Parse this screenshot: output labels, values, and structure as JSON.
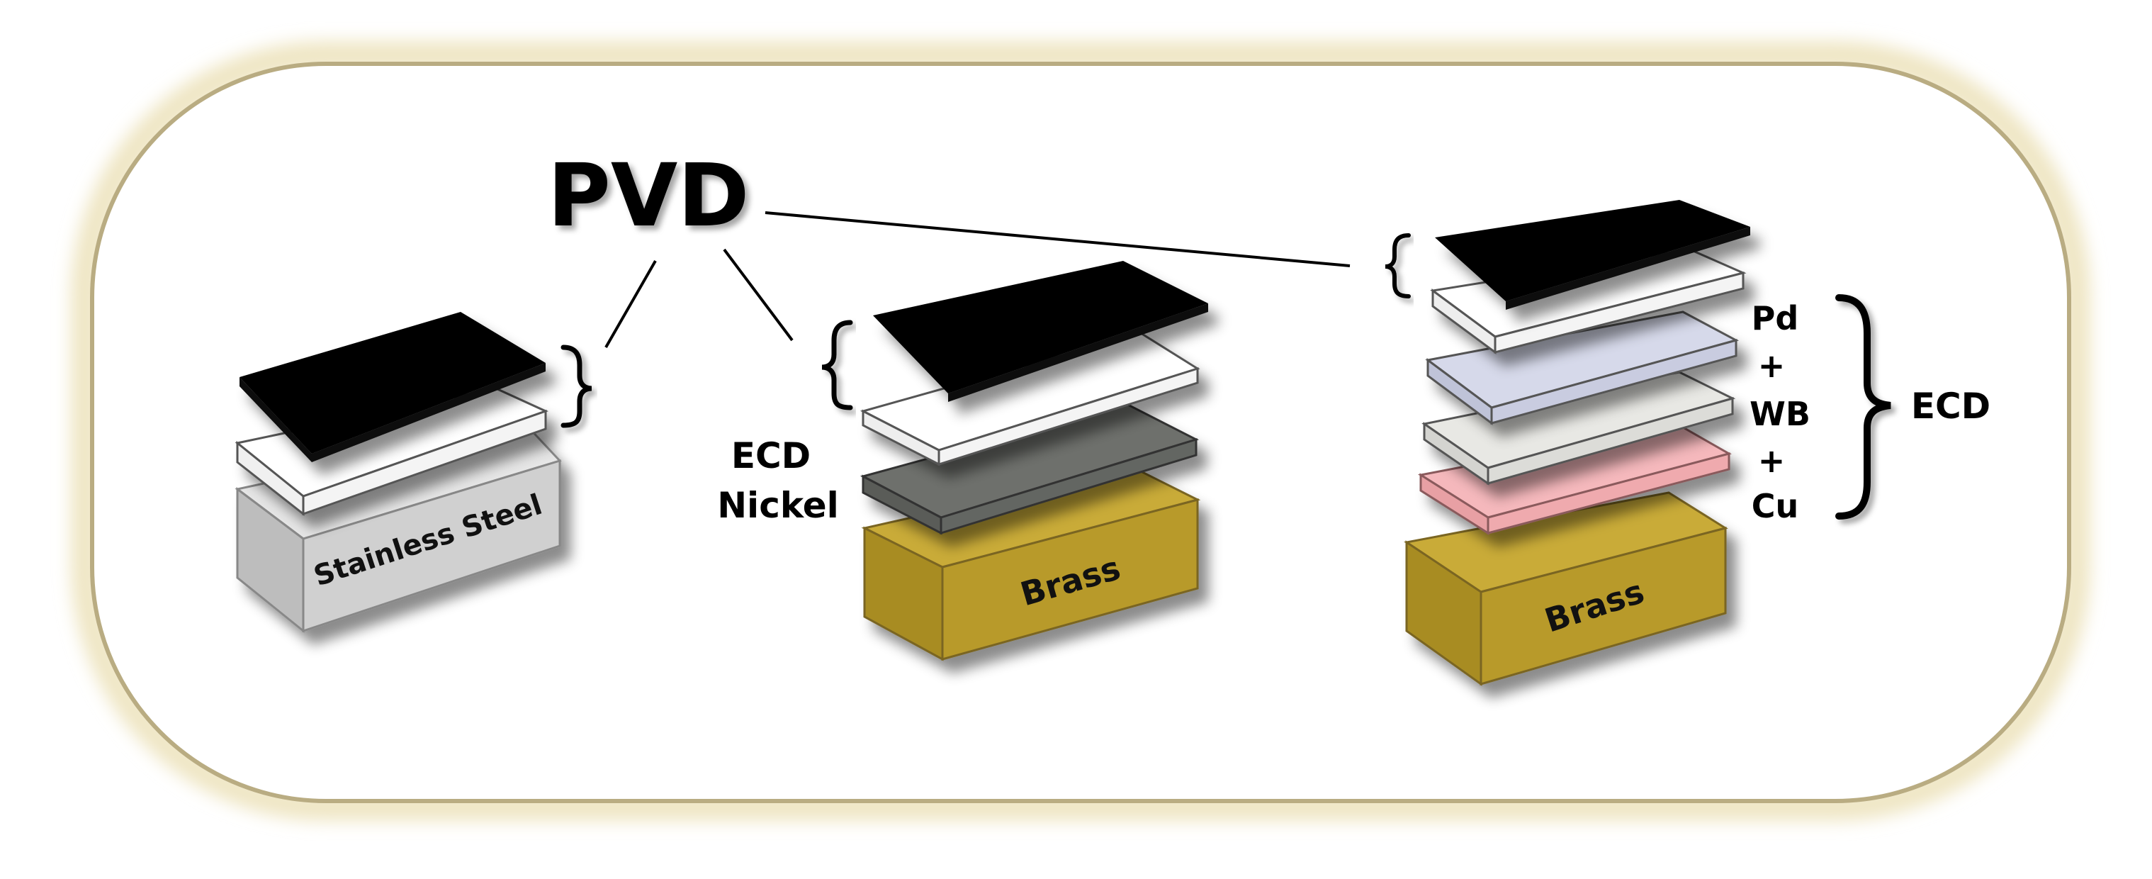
{
  "diagram": {
    "title": "PVD",
    "stacks": {
      "left": {
        "substrate_label": "Stainless Steel"
      },
      "middle": {
        "interlayer_label_line1": "ECD",
        "interlayer_label_line2": "Nickel",
        "substrate_label": "Brass"
      },
      "right": {
        "layer_labels": [
          "Pd",
          "+",
          "WB",
          "+",
          "Cu"
        ],
        "group_label": "ECD",
        "substrate_label": "Brass"
      }
    },
    "colors": {
      "pvd_top": "#000000",
      "pvd_bottom": "#ffffff",
      "stainless_steel": "#d0d0d0",
      "nickel": "#6e706c",
      "brass": "#b89a2a",
      "palladium": "#ccd0e2",
      "white_bronze": "#e2e2de",
      "copper": "#f5b8bc"
    }
  }
}
